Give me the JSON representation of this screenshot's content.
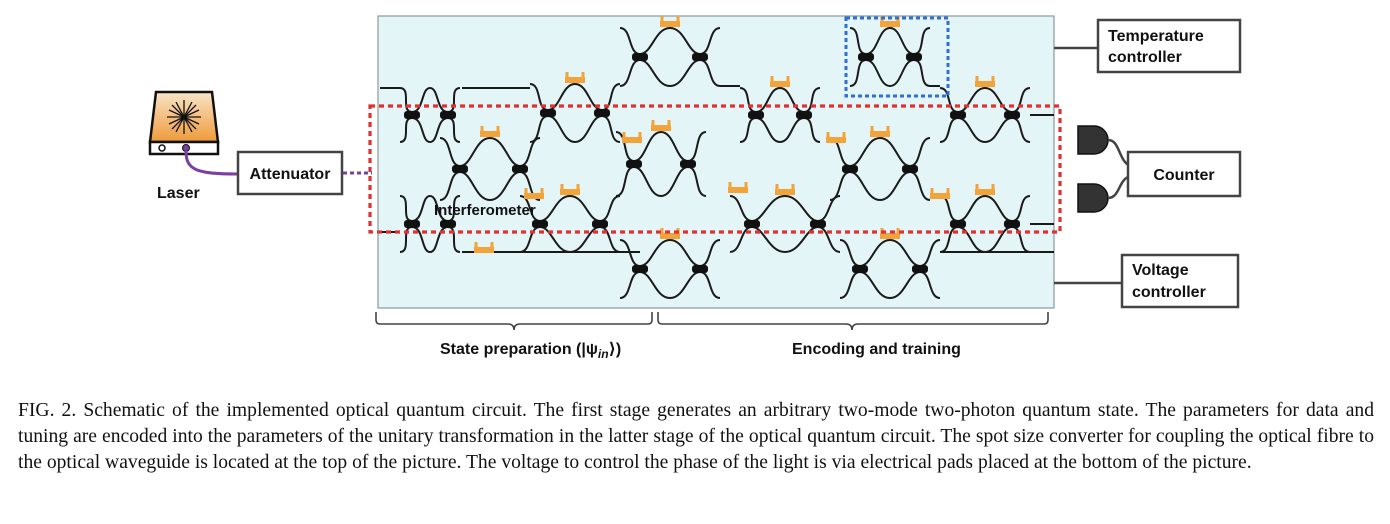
{
  "labels": {
    "laser": "Laser",
    "attenuator": "Attenuator",
    "interferometer": "Interferometer",
    "temperature_controller_line1": "Temperature",
    "temperature_controller_line2": "controller",
    "counter": "Counter",
    "voltage_controller_line1": "Voltage",
    "voltage_controller_line2": "controller",
    "state_preparation": "State preparation (|ψ",
    "state_preparation_sub": "in",
    "state_preparation_end": "⟩)",
    "encoding_training": "Encoding and training"
  },
  "caption": "FIG. 2. Schematic of the implemented optical quantum circuit. The first stage generates an arbitrary two-mode two-photon quantum state. The parameters for data and tuning are encoded into the parameters of the unitary transformation in the latter stage of the optical quantum circuit. The spot size converter for coupling the optical fibre to the optical waveguide is located at the top of the picture. The voltage to control the phase of the light is via electrical pads placed at the bottom of the picture.",
  "colors": {
    "chip_fill": "#e4f5f7",
    "waveguide": "#1a1a1a",
    "phase_pad": "#f2a43a",
    "highlight_red": "#e03030",
    "highlight_blue": "#2f6fd0",
    "laser_wire": "#7a3fa0",
    "detector": "#333333"
  },
  "icons": [
    "laser-icon",
    "detector-icon",
    "phase-shifter-pad-icon",
    "coupler-icon"
  ]
}
